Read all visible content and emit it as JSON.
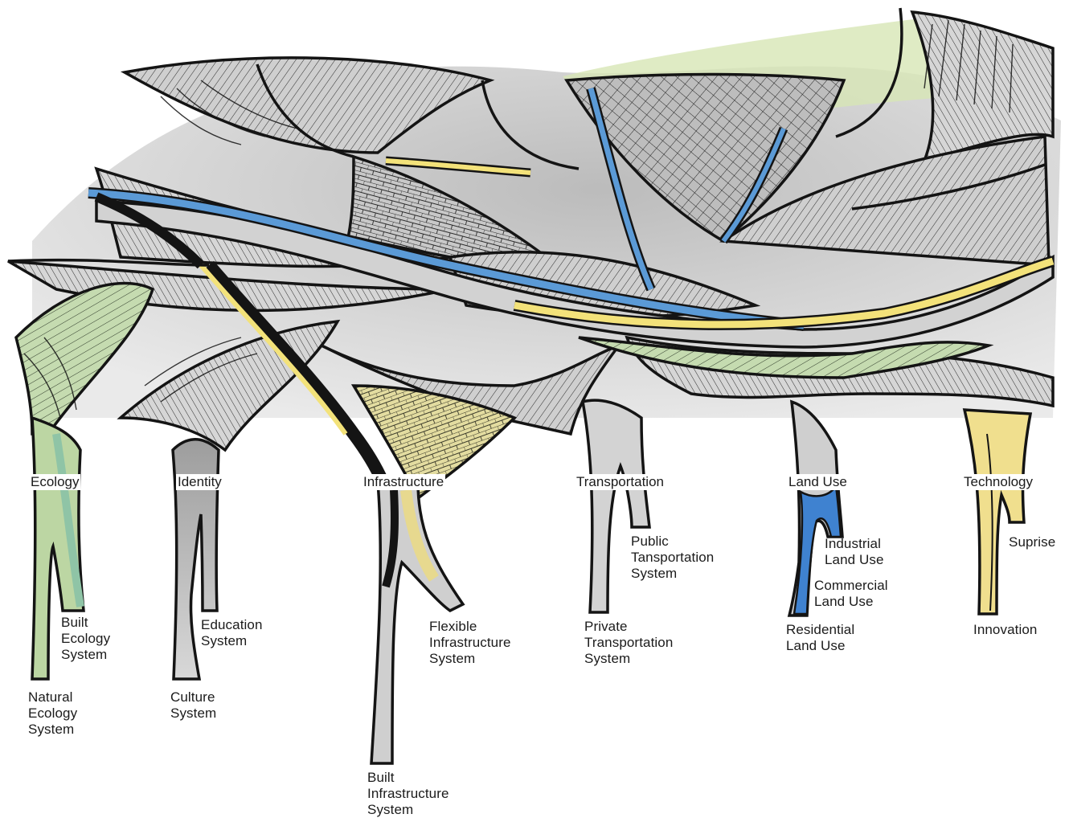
{
  "categories": [
    {
      "label": "Ecology",
      "branches": [
        "Built\nEcology\nSystem",
        "Natural\nEcology\nSystem"
      ]
    },
    {
      "label": "Identity",
      "branches": [
        "Education\nSystem",
        "Culture\nSystem"
      ]
    },
    {
      "label": "Infrastructure",
      "branches": [
        "Flexible\nInfrastructure\nSystem",
        "Built\nInfrastructure\nSystem"
      ]
    },
    {
      "label": "Transportation",
      "branches": [
        "Public\nTansportation\nSystem",
        "Private\nTransportation\nSystem"
      ]
    },
    {
      "label": "Land Use",
      "branches": [
        "Industrial\nLand Use",
        "Commercial\nLand Use",
        "Residential\nLand Use"
      ]
    },
    {
      "label": "Technology",
      "branches": [
        "Suprise",
        "Innovation"
      ]
    }
  ],
  "colors": {
    "grey": "#c9c9c9",
    "dark_grey": "#8e8e8e",
    "green": "#b9d3a6",
    "teal": "#8fc4a6",
    "yellow": "#f2e08a",
    "blue": "#4a8ed1",
    "ink": "#141414"
  }
}
